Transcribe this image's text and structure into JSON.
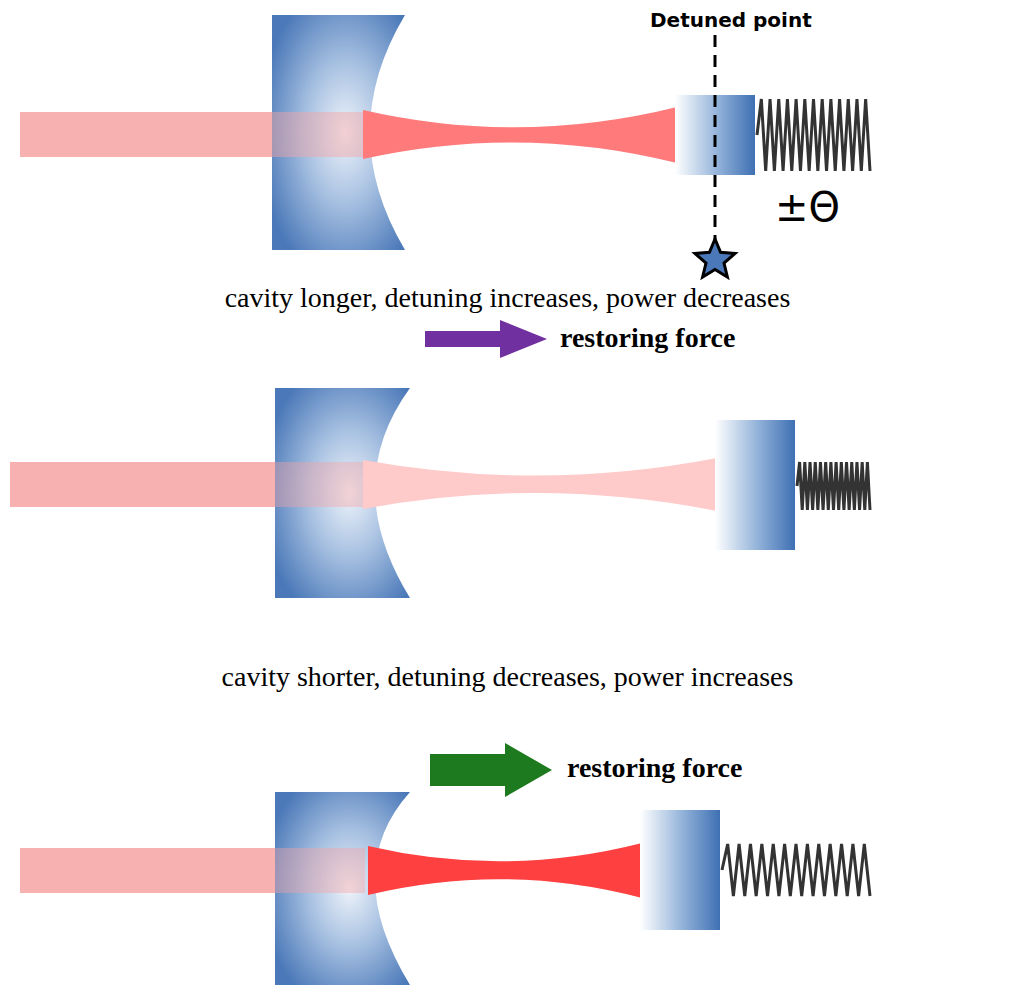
{
  "diagram": {
    "labels": [
      "Detuned point",
      "±Θ",
      "cavity longer, detuning increases, power decreases",
      "restoring force",
      "cavity shorter, detuning decreases, power increases",
      "restoring force"
    ]
  }
}
